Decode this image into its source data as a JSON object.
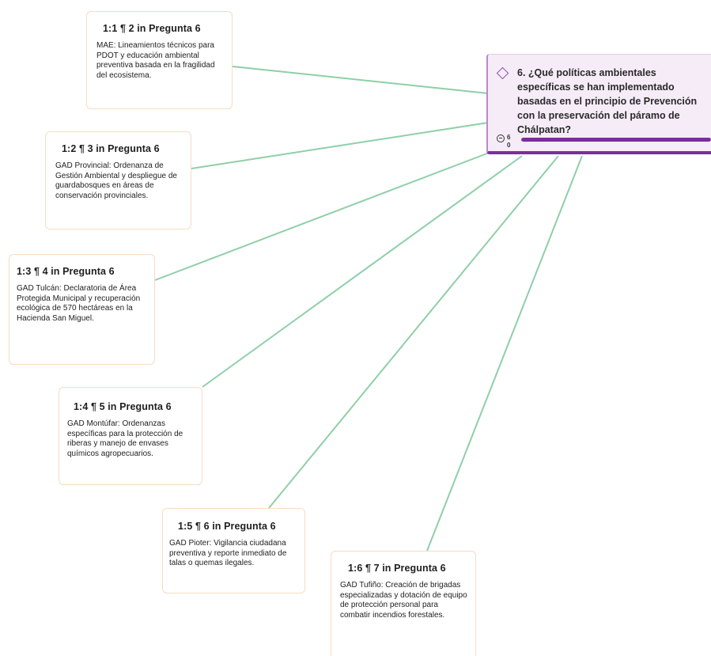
{
  "code": {
    "title": "6. ¿Qué políticas ambientales específicas se han implementado basadas en el principio de Prevención con la preservación del páramo de Chálpatan?",
    "groundedness": "6",
    "density": "0",
    "bar_fill_fraction": 1.0,
    "accent_color": "#7a2e9c",
    "icon": "diamond-icon"
  },
  "quotes": [
    {
      "header": "1:1 ¶ 2 in Pregunta 6",
      "text": "MAE: Lineamientos técnicos para PDOT y educación ambiental preventiva basada en la fragilidad del ecosistema."
    },
    {
      "header": "1:2 ¶ 3 in Pregunta 6",
      "text": "GAD Provincial: Ordenanza de Gestión Ambiental y despliegue de guardabosques en áreas de conservación provinciales."
    },
    {
      "header": "1:3 ¶ 4 in Pregunta 6",
      "text": "GAD Tulcán: Declaratoria de Área Protegida Municipal y recuperación ecológica de 570 hectáreas en la Hacienda San Miguel."
    },
    {
      "header": "1:4 ¶ 5 in Pregunta 6",
      "text": "GAD Montúfar: Ordenanzas específicas para la protección de riberas y manejo de envases químicos agropecuarios."
    },
    {
      "header": "1:5 ¶ 6 in Pregunta 6",
      "text": "GAD Pioter: Vigilancia ciudadana preventiva y reporte inmediato de talas o quemas ilegales."
    },
    {
      "header": "1:6 ¶ 7 in Pregunta 6",
      "text": "GAD Tufiño: Creación de brigadas especializadas y dotación de equipo de protección personal para combatir incendios forestales."
    }
  ],
  "link_color": "#8ecfa8"
}
